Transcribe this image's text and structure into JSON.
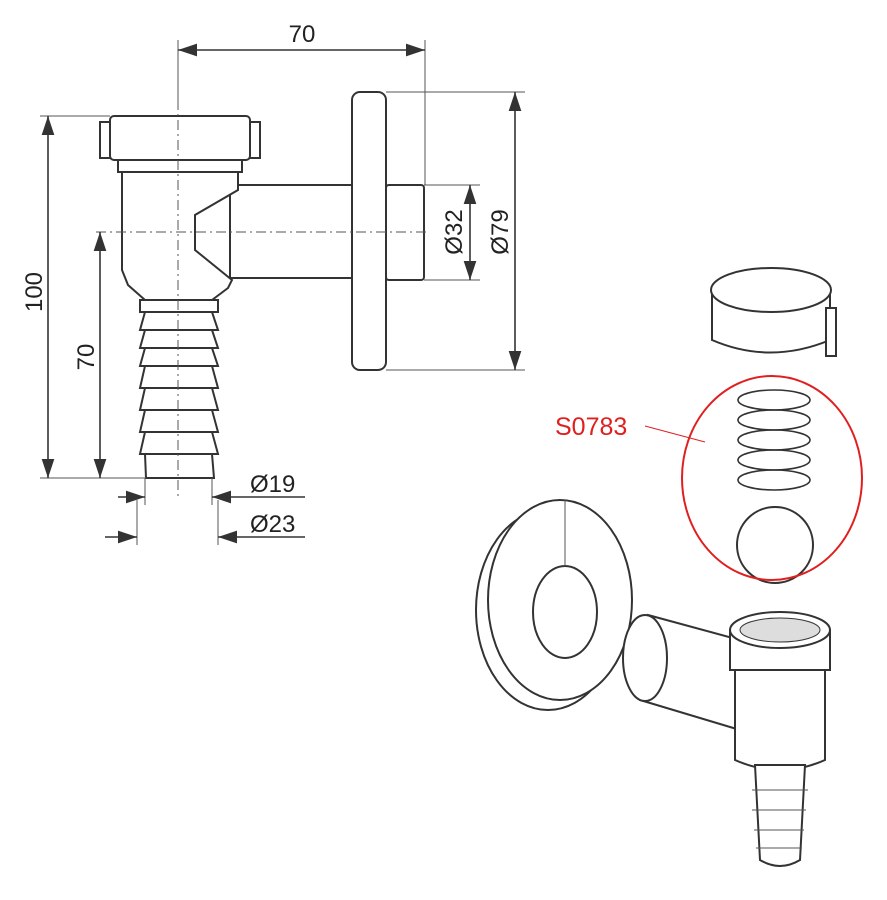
{
  "dimensions": {
    "top_width": "70",
    "total_height": "100",
    "outlet_height": "70",
    "pipe_diameter": "Ø32",
    "rosette_diameter": "Ø79",
    "hose_inner_diameter": "Ø19",
    "hose_outer_diameter": "Ø23"
  },
  "callout": {
    "part_number": "S0783",
    "color": "#e02020"
  }
}
